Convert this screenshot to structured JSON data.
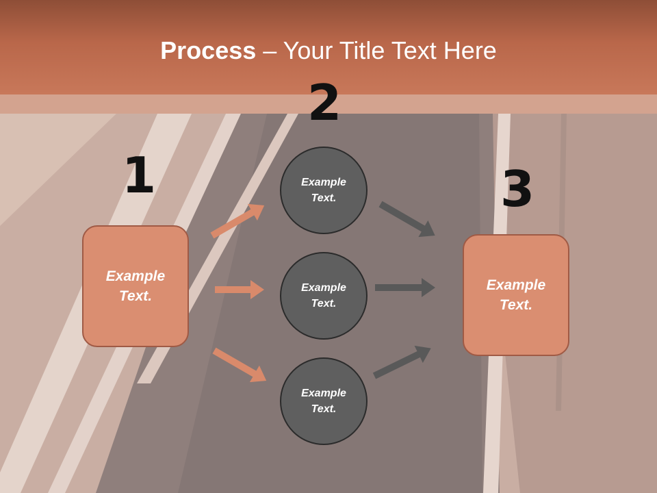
{
  "slide": {
    "title_bold": "Process",
    "title_rest": " – Your Title Text Here"
  },
  "steps": {
    "one": {
      "number": "1",
      "text": "Example Text."
    },
    "two": {
      "number": "2"
    },
    "three": {
      "number": "3",
      "text": "Example Text."
    }
  },
  "circles": [
    {
      "text": "Example Text."
    },
    {
      "text": "Example Text."
    },
    {
      "text": "Example Text."
    }
  ],
  "colors": {
    "title_bar": "#b9674a",
    "box_fill": "#da8e71",
    "circle_fill": "#5f5f5f",
    "arrow_orange": "#d98a6b",
    "arrow_gray": "#595959"
  }
}
